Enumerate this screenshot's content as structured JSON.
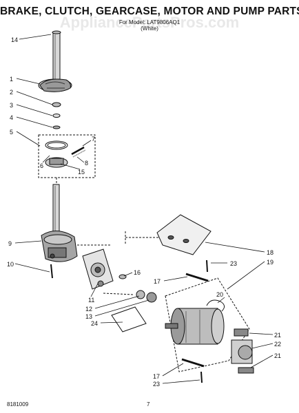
{
  "header": {
    "title": "BRAKE, CLUTCH, GEARCASE, MOTOR AND PUMP PARTS",
    "model_line": "For Model: LAT9806AQ1",
    "color_line": "(White)",
    "watermark": "AppliancePartsPros.com"
  },
  "callouts": {
    "c14": "14",
    "c1": "1",
    "c2": "2",
    "c3": "3",
    "c4": "4",
    "c5": "5",
    "c6": "6",
    "c7": "7",
    "c8": "8",
    "c15": "15",
    "c9": "9",
    "c10": "10",
    "c11": "11",
    "c12": "12",
    "c13": "13",
    "c24": "24",
    "c16": "16",
    "c17a": "17",
    "c18": "18",
    "c19": "19",
    "c20": "20",
    "c23a": "23",
    "c21a": "21",
    "c22": "22",
    "c21b": "21",
    "c17b": "17",
    "c23b": "23"
  },
  "footer": {
    "doc_number": "8181009",
    "page_number": "7"
  }
}
